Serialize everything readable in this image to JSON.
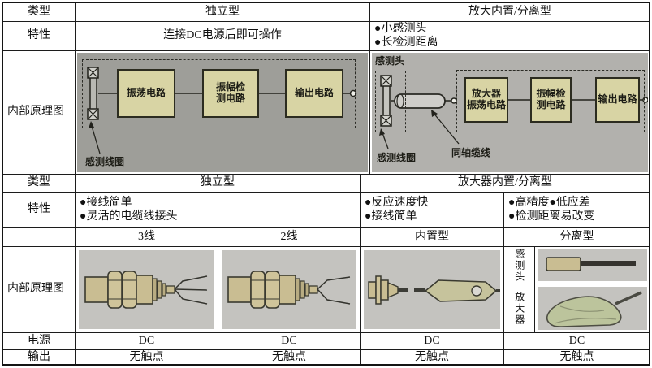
{
  "rows": {
    "type1": {
      "label": "类型",
      "independent": "独立型",
      "amp": "放大内置/分离型"
    },
    "feature1": {
      "label": "特性",
      "independent": "连接DC电源后即可操作",
      "amp": "●小感测头\n●长检测距离"
    },
    "schematic1": {
      "label": "内部原理图"
    },
    "type2": {
      "label": "类型",
      "independent": "独立型",
      "amp": "放大器内置/分离型"
    },
    "feature2": {
      "label": "特性",
      "independent": "●接线简单\n●灵活的电缆线接头",
      "builtin": "●反应速度快\n●接线简单",
      "separate": "●高精度●低应差\n●检测距离易改变"
    },
    "subtype": {
      "wire3": "3线",
      "wire2": "2线",
      "builtin": "内置型",
      "separate": "分离型"
    },
    "schematic2": {
      "label": "内部原理图",
      "head": "感测头",
      "amp": "放大器"
    },
    "power": {
      "label": "电源",
      "values": [
        "DC",
        "DC",
        "DC",
        "DC"
      ]
    },
    "output": {
      "label": "输出",
      "values": [
        "无触点",
        "无触点",
        "无触点",
        "无触点"
      ]
    }
  },
  "diagram_independent": {
    "box1": "振荡电路",
    "box2": "振幅检\n测电路",
    "box3": "输出电路",
    "coil_label": "感测线圈"
  },
  "diagram_amplified": {
    "head_label": "感测头",
    "box1": "放大器\n振荡电路",
    "box2": "振幅检\n测电路",
    "box3": "输出电路",
    "coil_label": "感测线圈",
    "cable_label": "同轴缆线"
  },
  "colors": {
    "line": "#1c1c1c",
    "circuit_box_fill": "#d8d4a4",
    "panel_gray_dark": "#9e9e99",
    "panel_gray_light": "#b2b1ad",
    "sensor_tan": "#c9bd92",
    "amplifier_green": "#bcc49c"
  }
}
